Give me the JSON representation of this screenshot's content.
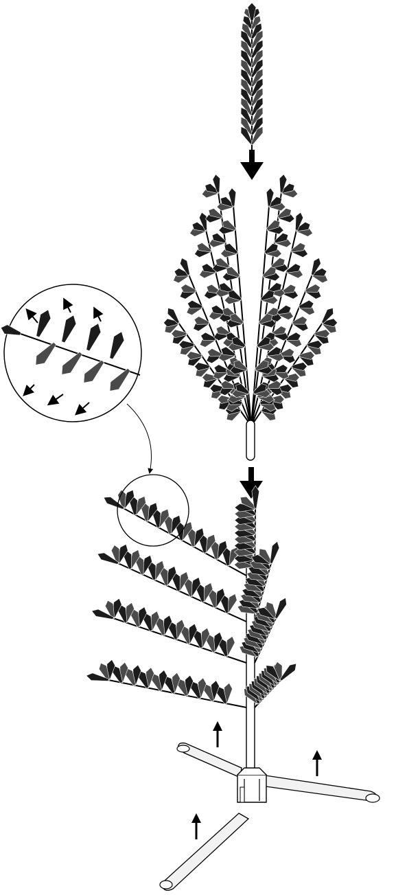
{
  "diagram": {
    "colors": {
      "needle_dark": "#1c1c1c",
      "needle_mid": "#4a4a4a",
      "outline": "#000000",
      "background": "#ffffff",
      "pole_fill": "#ffffff",
      "base_fill": "#f2f2f2"
    },
    "steps": [
      {
        "name": "tree-top-section",
        "order": 1
      },
      {
        "name": "tree-middle-section",
        "order": 2
      },
      {
        "name": "tree-bottom-section",
        "order": 3
      },
      {
        "name": "tree-stand",
        "order": 4
      }
    ],
    "detail_callout": {
      "name": "branch-fluffing-detail",
      "arrows": 7
    }
  }
}
